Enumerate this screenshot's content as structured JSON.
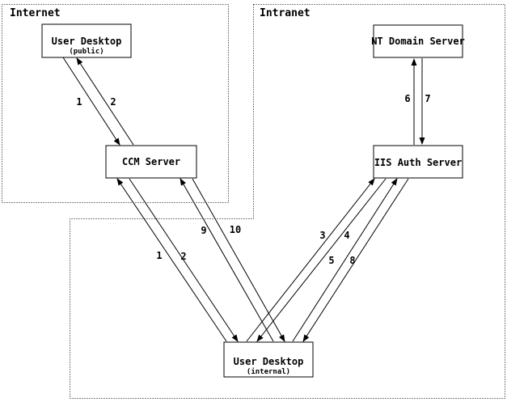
{
  "zones": {
    "internet": {
      "label": "Internet"
    },
    "intranet": {
      "label": "Intranet"
    }
  },
  "nodes": {
    "user_desktop_public": {
      "title": "User Desktop",
      "subtitle": "(public)"
    },
    "ccm_server": {
      "title": "CCM Server"
    },
    "nt_domain_server": {
      "title": "NT Domain Server"
    },
    "iis_auth_server": {
      "title": "IIS Auth Server"
    },
    "user_desktop_internal": {
      "title": "User Desktop",
      "subtitle": "(internal)"
    }
  },
  "flows": {
    "public_desktop_to_ccm": "1",
    "ccm_to_public_desktop": "2",
    "internal_desktop_to_ccm": "1",
    "ccm_to_internal_desktop": "2",
    "internal_desktop_to_iis": "3",
    "iis_to_internal_desktop": "4",
    "internal_desktop_to_iis_2": "5",
    "iis_to_nt_domain": "6",
    "nt_domain_to_iis": "7",
    "iis_to_internal_desktop_2": "8",
    "internal_desktop_to_ccm_2": "9",
    "ccm_to_internal_desktop_2": "10"
  },
  "colors": {
    "line": "#000000",
    "background": "#ffffff"
  }
}
